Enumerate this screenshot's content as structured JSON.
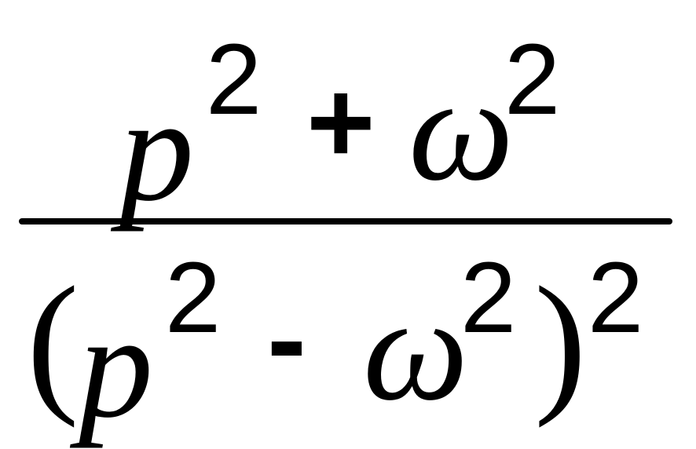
{
  "formula": {
    "numerator": {
      "term1_base": "p",
      "term1_exponent": "2",
      "operator": "+",
      "term2_base": "ω",
      "term2_exponent": "2"
    },
    "denominator": {
      "open_paren": "(",
      "term1_base": "p",
      "term1_exponent": "2",
      "operator": "-",
      "term2_base": "ω",
      "term2_exponent": "2",
      "close_paren": ")",
      "outer_exponent": "2"
    }
  }
}
